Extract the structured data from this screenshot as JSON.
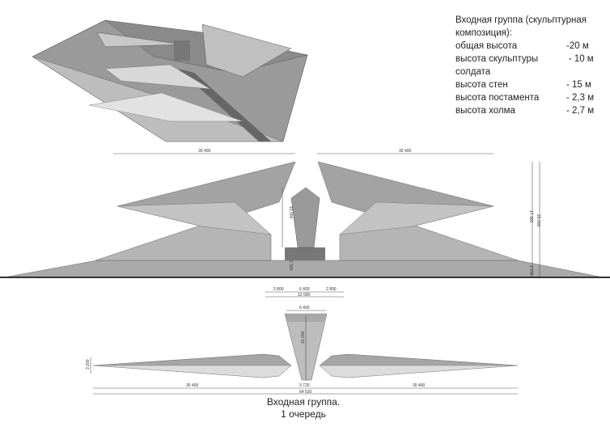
{
  "legend": {
    "title": "Входная группа (скульптурная композиция):",
    "rows": [
      {
        "label": "общая высота",
        "value": "-20 м"
      },
      {
        "label": "высота скульптуры солдата",
        "value": "- 10 м"
      },
      {
        "label": "высота стен",
        "value": "- 15 м"
      },
      {
        "label": "высота постамента",
        "value": "- 2,3 м"
      },
      {
        "label": "высота холма",
        "value": "- 2,7 м"
      }
    ]
  },
  "elevation_dims": {
    "left_wing": "30 400",
    "right_wing": "30 400",
    "wall_height": "17 300",
    "total_height": "20 000",
    "statue_height": "10 000",
    "pedestal_height": "2 300",
    "hill_height": "2 700",
    "side_left": "2 800",
    "center": "6 400",
    "side_right": "2 800",
    "overall_center": "12 000"
  },
  "plan_dims": {
    "top_width": "6 400",
    "depth": "10 200",
    "wing_thickness": "3 200",
    "left_length": "30 400",
    "gap": "3 720",
    "right_length": "30 400",
    "total_length": "64 520"
  },
  "caption": {
    "line1": "Входная группа.",
    "line2": "1 очередь"
  }
}
